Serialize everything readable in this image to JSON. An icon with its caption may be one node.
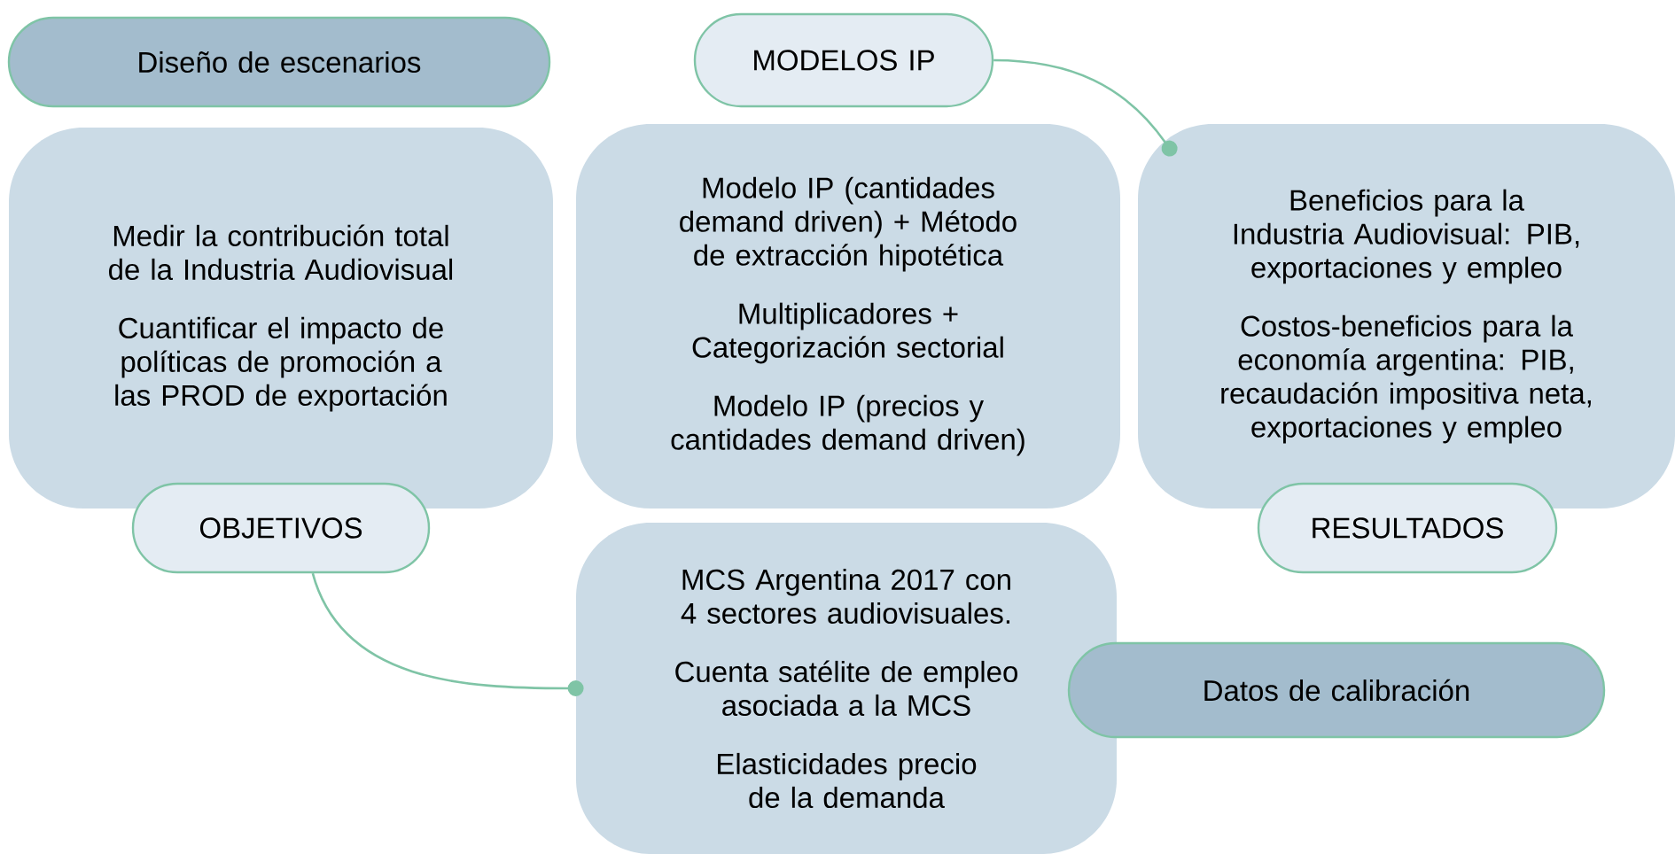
{
  "diagram": {
    "nodes": [
      {
        "text": [
          "Diseño de escenarios"
        ]
      },
      {
        "text": [
          "Medir la contribución total de la Industria Audiovisual",
          "Cuantificar el impacto de políticas de promoción a las PROD de exportación"
        ]
      },
      {
        "text": [
          "OBJETIVOS"
        ]
      },
      {
        "text": [
          "MODELOS IP"
        ]
      },
      {
        "text": [
          "Modelo IP (cantidades demand driven) + Método de extracción hipotética",
          "Multiplicadores + Categorización sectorial",
          "Modelo IP (precios y cantidades demand driven)"
        ]
      },
      {
        "text": [
          "Beneficios para la Industria Audiovisual: PIB, exportaciones y empleo",
          "Costos-beneficios para la economía argentina: PIB, recaudación impositiva neta, exportaciones y empleo"
        ]
      },
      {
        "text": [
          "RESULTADOS"
        ]
      },
      {
        "text": [
          "MCS Argentina 2017 con 4 sectores audiovisuales.",
          "Cuenta satélite de empleo asociada a la MCS",
          "Elasticidades precio de la demanda"
        ]
      },
      {
        "text": [
          "Datos de calibración"
        ]
      }
    ],
    "edges": [
      {
        "from": 2,
        "to": 7,
        "arrow": "other"
      },
      {
        "from": 3,
        "to": 5,
        "arrow": "other"
      }
    ]
  }
}
